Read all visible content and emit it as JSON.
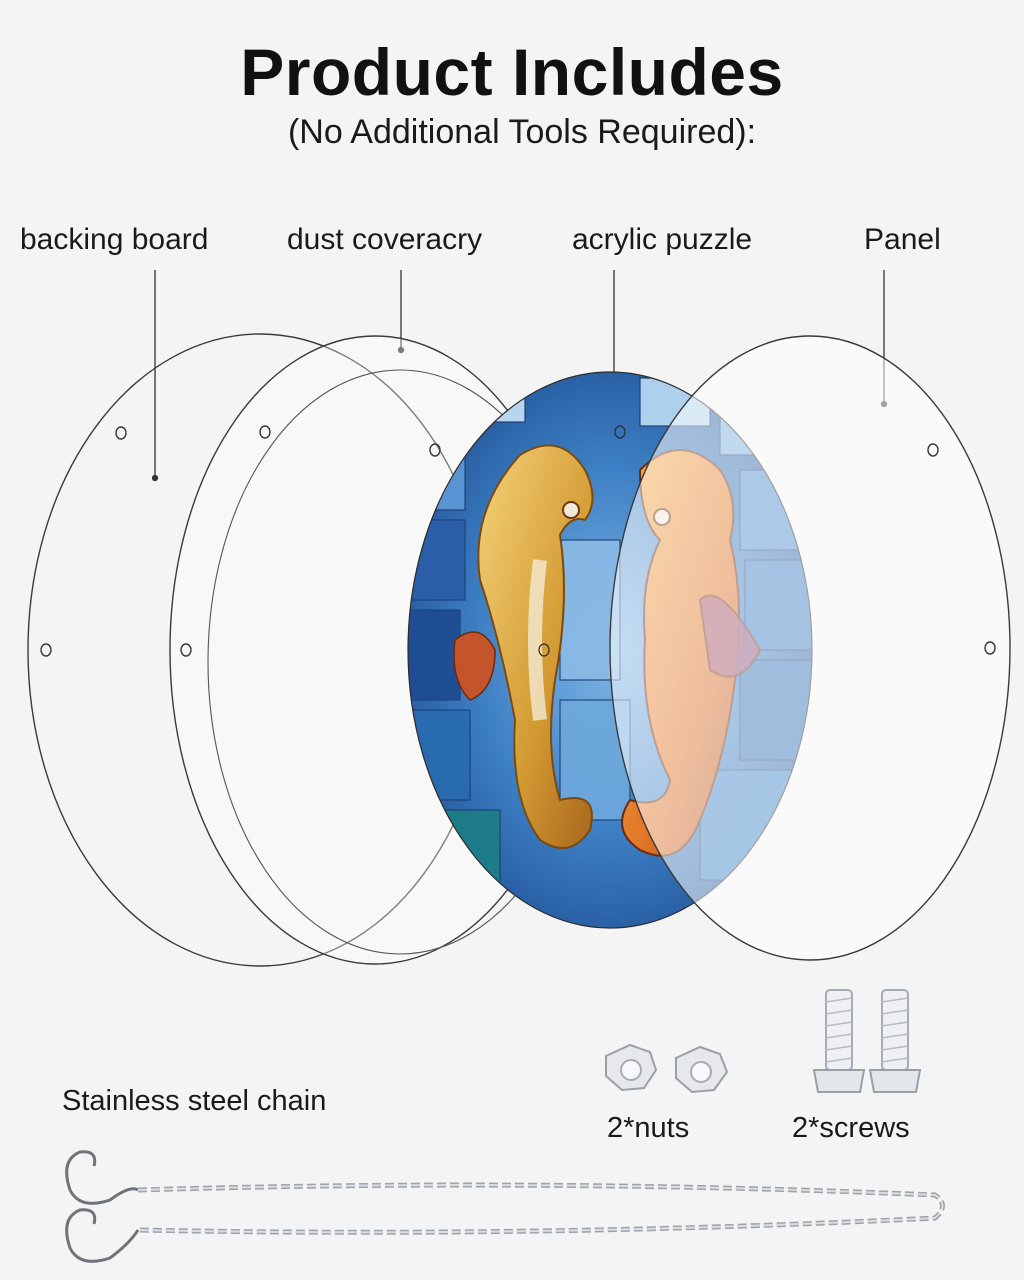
{
  "header": {
    "title": "Product Includes",
    "subtitle": "(No Additional Tools Required):"
  },
  "parts": {
    "backing_board": "backing board",
    "dust_cover": "dust coveracry",
    "acrylic_puzzle": "acrylic puzzle",
    "panel": "Panel"
  },
  "accessories": {
    "chain": "Stainless steel chain",
    "nuts": "2*nuts",
    "screws": "2*screws"
  },
  "colors": {
    "background": "#f4f4f4",
    "puzzle_blue": "#2f6fb8",
    "seahorse_gold": "#d9a23a",
    "seahorse_orange": "#e2782a"
  }
}
